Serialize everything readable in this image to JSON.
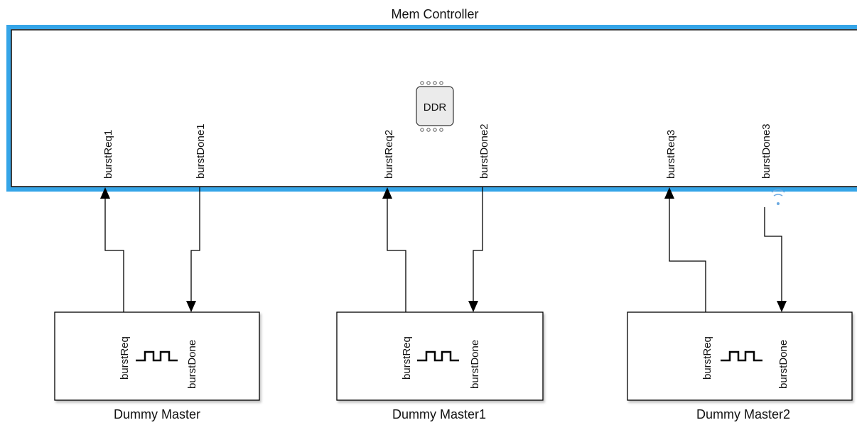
{
  "mem_controller": {
    "title": "Mem Controller",
    "chip_label": "DDR",
    "ports": [
      "burstReq1",
      "burstDone1",
      "burstReq2",
      "burstDone2",
      "burstReq3",
      "burstDone3"
    ]
  },
  "masters": [
    {
      "title": "Dummy Master",
      "port_out": "burstReq",
      "port_in": "burstDone"
    },
    {
      "title": "Dummy Master1",
      "port_out": "burstReq",
      "port_in": "burstDone"
    },
    {
      "title": "Dummy Master2",
      "port_out": "burstReq",
      "port_in": "burstDone"
    }
  ],
  "colors": {
    "highlight": "#35a5e8",
    "block_border": "#000000",
    "signal_line": "#000000",
    "chip_fill": "#ebebeb",
    "wireless_icon": "#6aa8e0"
  }
}
